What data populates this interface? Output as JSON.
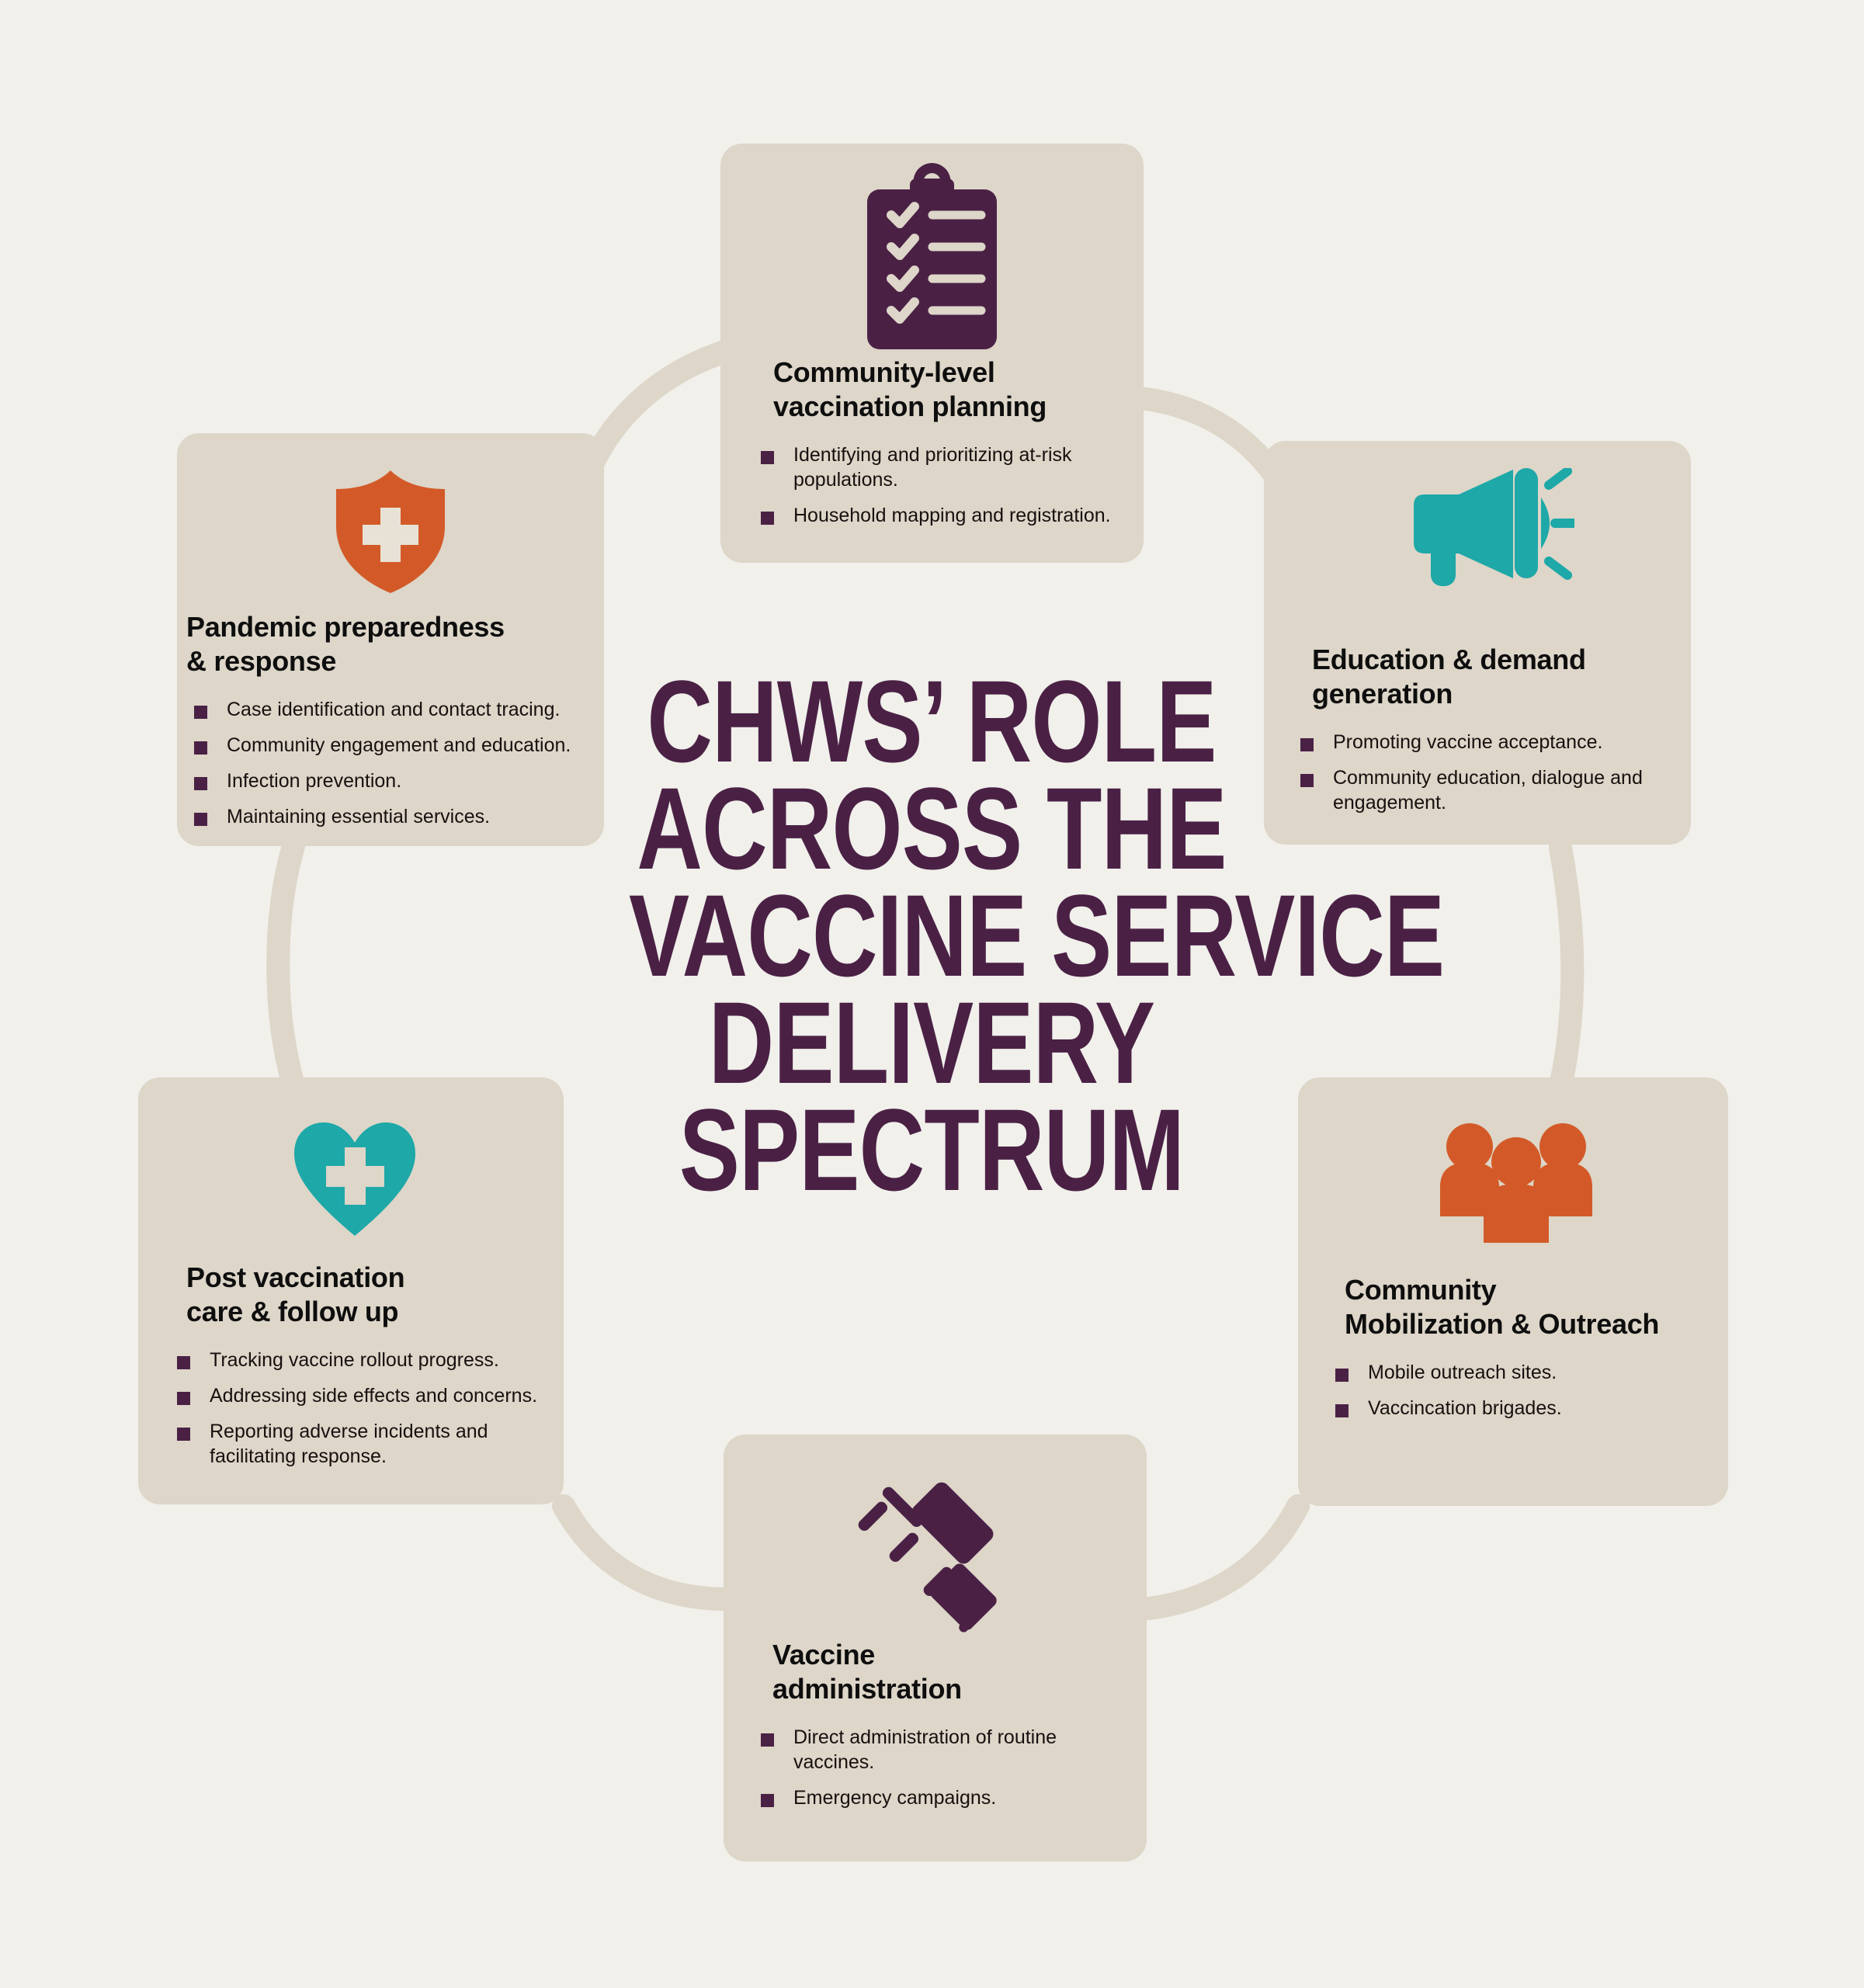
{
  "colors": {
    "background": "#F1F0EB",
    "card_background": "#DDD6C9",
    "purple": "#4A2145",
    "orange": "#D35A28",
    "teal": "#1EA8A8",
    "text": "#17100F"
  },
  "center_title": {
    "lines": [
      "CHWS’ ROLE",
      "ACROSS THE",
      "VACCINE SERVICE",
      "DELIVERY",
      "SPECTRUM"
    ],
    "full_text": "CHWS’ ROLE ACROSS THE VACCINE SERVICE DELIVERY SPECTRUM"
  },
  "cards": [
    {
      "id": "community-level-vaccination-planning",
      "icon": "clipboard-checklist-icon",
      "icon_color": "#4A2145",
      "title_lines": [
        "Community-level",
        "vaccination planning"
      ],
      "bullets": [
        "Identifying and prioritizing at-risk populations.",
        "Household mapping and registration."
      ]
    },
    {
      "id": "education-demand-generation",
      "icon": "megaphone-icon",
      "icon_color": "#1EA8A8",
      "title_lines": [
        "Education & demand",
        "generation"
      ],
      "bullets": [
        "Promoting vaccine acceptance.",
        "Community education, dialogue and engagement."
      ]
    },
    {
      "id": "community-mobilization-outreach",
      "icon": "people-group-icon",
      "icon_color": "#D35A28",
      "title_lines": [
        "Community",
        "Mobilization & Outreach"
      ],
      "bullets": [
        "Mobile outreach sites.",
        "Vaccincation brigades."
      ]
    },
    {
      "id": "vaccine-administration",
      "icon": "syringe-icon",
      "icon_color": "#4A2145",
      "title_lines": [
        "Vaccine",
        "administration"
      ],
      "bullets": [
        "Direct administration of routine vaccines.",
        "Emergency campaigns."
      ]
    },
    {
      "id": "post-vaccination-care-follow-up",
      "icon": "heart-cross-icon",
      "icon_color": "#1EA8A8",
      "title_lines": [
        "Post vaccination",
        "care & follow up"
      ],
      "bullets": [
        "Tracking vaccine rollout progress.",
        "Addressing side effects and concerns.",
        "Reporting adverse incidents and facilitating response."
      ]
    },
    {
      "id": "pandemic-preparedness-response",
      "icon": "shield-cross-icon",
      "icon_color": "#D35A28",
      "title_lines": [
        "Pandemic preparedness",
        "& response"
      ],
      "bullets": [
        "Case identification and contact tracing.",
        "Community engagement and education.",
        "Infection prevention.",
        "Maintaining essential services."
      ]
    }
  ]
}
